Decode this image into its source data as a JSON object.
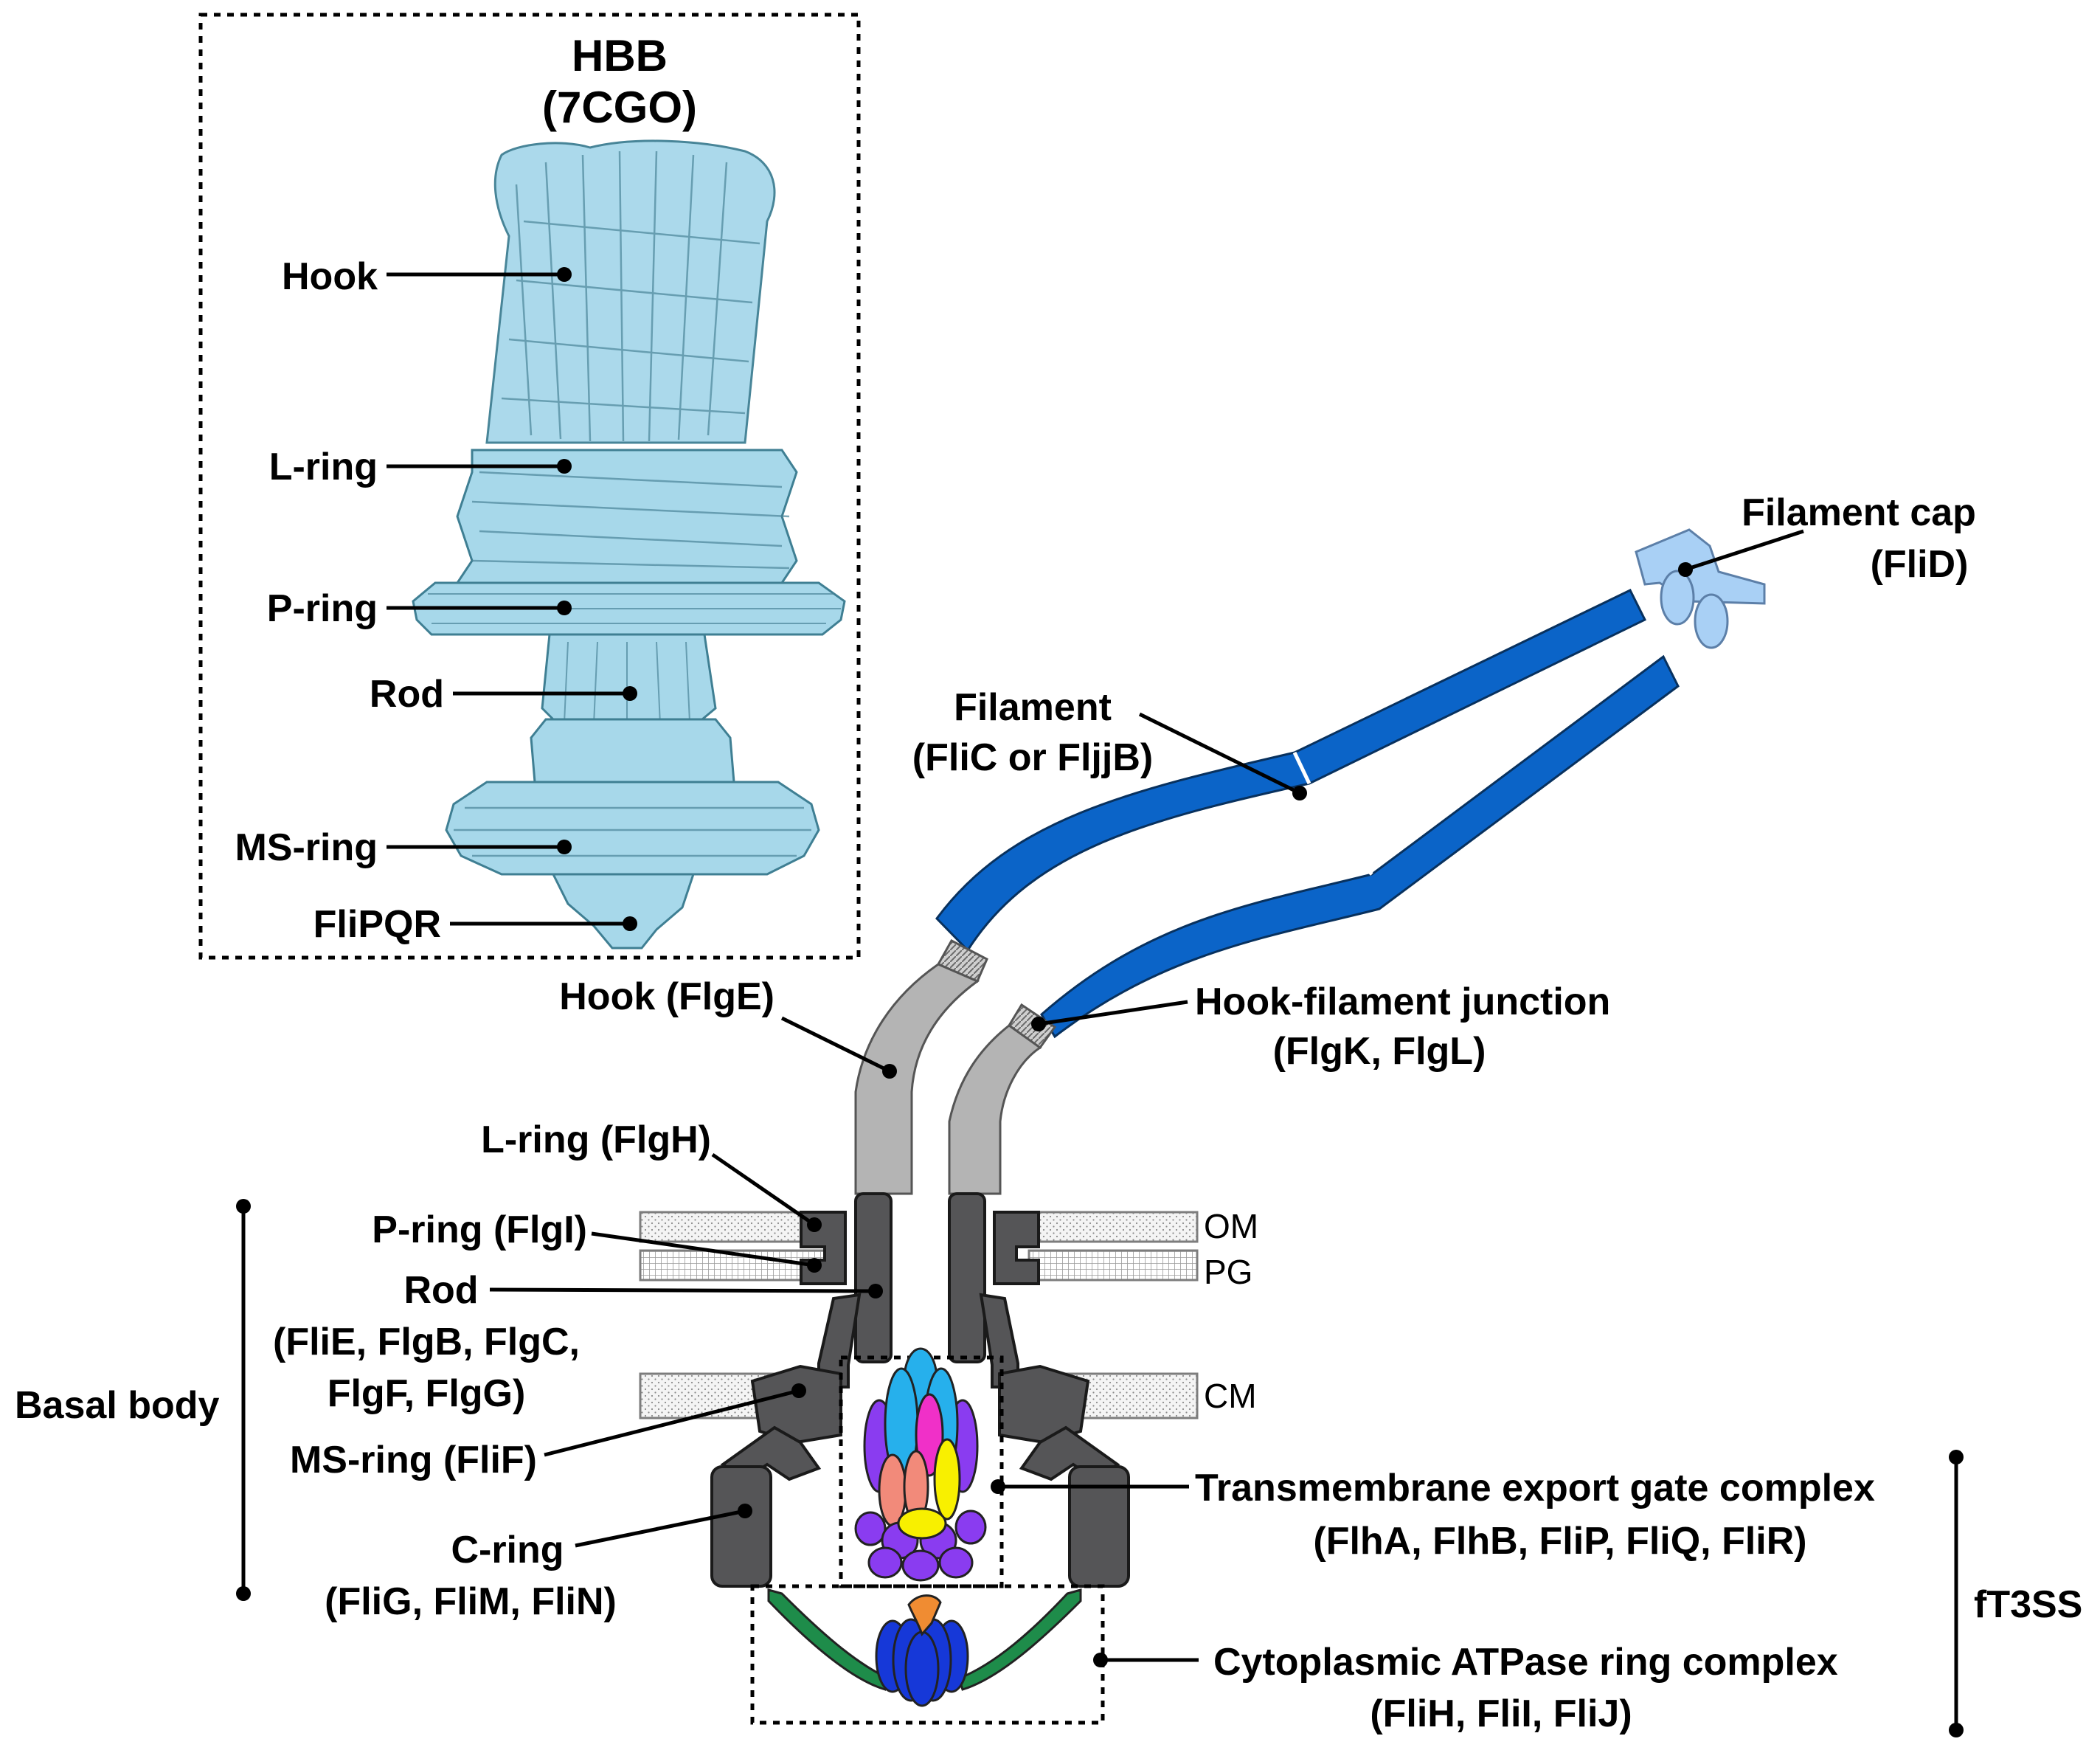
{
  "inset": {
    "title": "HBB",
    "subtitle": "(7CGO)",
    "labels": {
      "hook": "Hook",
      "l_ring": "L-ring",
      "p_ring": "P-ring",
      "rod": "Rod",
      "ms_ring": "MS-ring",
      "flipqr": "FliPQR"
    }
  },
  "schematic": {
    "filament_cap": [
      "Filament cap",
      "(FliD)"
    ],
    "filament": [
      "Filament",
      "(FliC or FljjB)"
    ],
    "hook": "Hook (FlgE)",
    "junction": [
      "Hook-filament junction",
      "(FlgK, FlgL)"
    ],
    "l_ring": "L-ring (FlgH)",
    "p_ring": "P-ring (FlgI)",
    "rod": [
      "Rod",
      "(FliE, FlgB, FlgC,",
      "FlgF, FlgG)"
    ],
    "ms_ring": "MS-ring (FliF)",
    "c_ring": [
      "C-ring",
      "(FliG, FliM, FliN)"
    ],
    "basal_body": "Basal body",
    "export_gate": [
      "Transmembrane export gate complex",
      "(FlhA, FlhB, FliP, FliQ, FliR)"
    ],
    "atpase": [
      "Cytoplasmic ATPase ring complex",
      "(FliH, FliI, FliJ)"
    ],
    "ft3ss": "fT3SS"
  },
  "membranes": {
    "outer": "OM",
    "peptidoglycan": "PG",
    "cytoplasmic": "CM"
  },
  "colors": {
    "filament": "#0b64c8",
    "filament_cap": "#a9d0f5",
    "hook": "#b4b4b4",
    "basal_body": "#555557",
    "structure": "#a7d8ea",
    "gate_violet": "#8a3cf0",
    "gate_cyan": "#26b0ec",
    "gate_magenta": "#f030c8",
    "gate_salmon": "#f28a7a",
    "gate_yellow": "#f8f000",
    "atpase_blue": "#1638d8",
    "atpase_green": "#1e8c4a",
    "atpase_orange": "#f08c32"
  }
}
